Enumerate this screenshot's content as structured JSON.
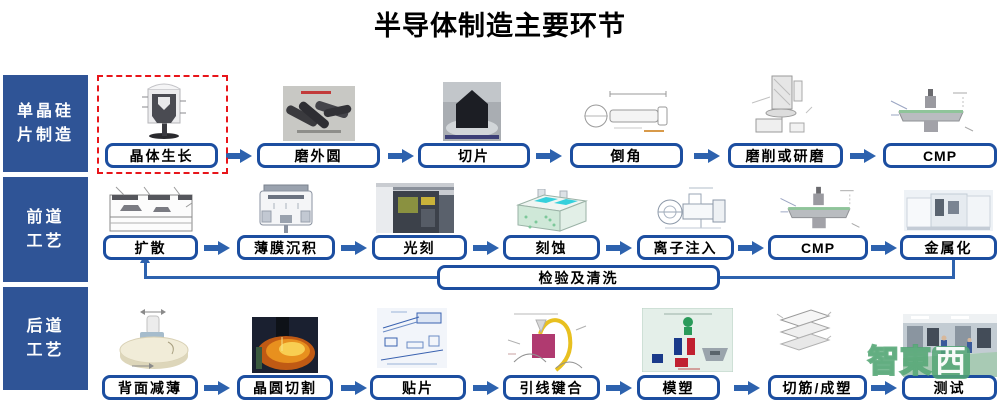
{
  "title": "半导体制造主要环节",
  "colors": {
    "sidebar_blue": "#2f5496",
    "box_border_blue": "#1c4ea0",
    "arrow_blue": "#2d62ae",
    "highlight_red_dashed": "#e8151a",
    "loop_line_blue": "#2d62ae",
    "watermark_green": "#54a674"
  },
  "sidebar": {
    "items": [
      {
        "id": "wafer-manufacturing",
        "lines": [
          "单晶硅",
          "片制造"
        ]
      },
      {
        "id": "front-end-process",
        "lines": [
          "前道",
          "工艺"
        ]
      },
      {
        "id": "back-end-process",
        "lines": [
          "后道",
          "工艺"
        ]
      }
    ]
  },
  "rows": [
    {
      "name": "单晶硅片制造",
      "steps": [
        {
          "label": "晶体生长",
          "image": "crystal-growth-furnace",
          "highlighted": true
        },
        {
          "label": "磨外圆",
          "image": "silicon-ingots-photo"
        },
        {
          "label": "切片",
          "image": "ingot-slicing-photo"
        },
        {
          "label": "倒角",
          "image": "edge-chamfer-drawing"
        },
        {
          "label": "磨削或研磨",
          "image": "lapping-machine-drawing"
        },
        {
          "label": "CMP",
          "image": "cmp-polisher-diagram"
        }
      ]
    },
    {
      "name": "前道工艺",
      "steps": [
        {
          "label": "扩散",
          "image": "diffusion-cross-section-diagram"
        },
        {
          "label": "薄膜沉积",
          "image": "deposition-chamber-diagram"
        },
        {
          "label": "光刻",
          "image": "lithography-machine-photo"
        },
        {
          "label": "刻蚀",
          "image": "etching-3d-diagram"
        },
        {
          "label": "离子注入",
          "image": "ion-implanter-drawing"
        },
        {
          "label": "CMP",
          "image": "cmp-polisher-diagram"
        },
        {
          "label": "金属化",
          "image": "metallization-equipment-photo"
        }
      ],
      "loop_label": "检验及清洗"
    },
    {
      "name": "后道工艺",
      "steps": [
        {
          "label": "背面减薄",
          "image": "backside-grinding-render"
        },
        {
          "label": "晶圆切割",
          "image": "wafer-dicing-photo"
        },
        {
          "label": "贴片",
          "image": "die-attach-drawing"
        },
        {
          "label": "引线键合",
          "image": "wire-bonding-diagram"
        },
        {
          "label": "模塑",
          "image": "molding-process-diagram"
        },
        {
          "label": "切筋/成塑",
          "image": "trim-form-exploded-drawing"
        },
        {
          "label": "测试",
          "image": "test-fab-photo"
        }
      ]
    }
  ],
  "watermark": {
    "part1": "智東",
    "part2": "西"
  }
}
